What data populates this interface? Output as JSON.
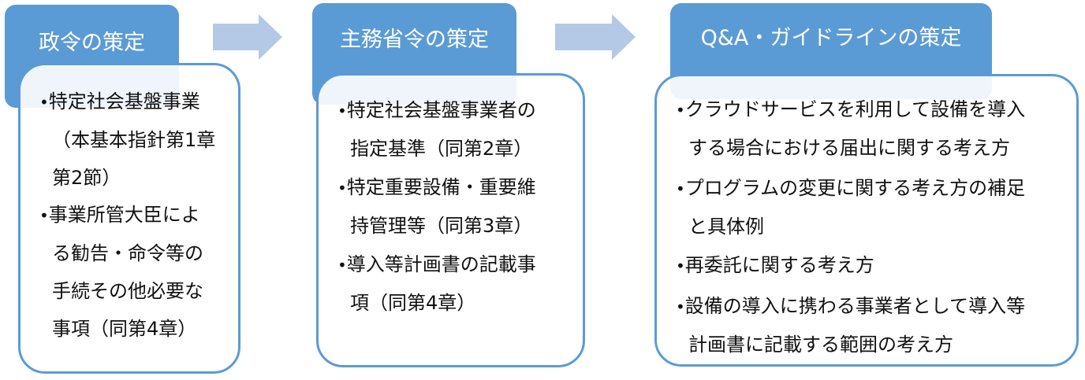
{
  "stages": [
    {
      "title": "政令の策定",
      "items": [
        "特定社会基盤事業\n（本基本指針第1章\n第2節）",
        "事業所管大臣によ\nる勧告・命令等の\n手続その他必要な\n事項（同第4章）"
      ]
    },
    {
      "title": "主務省令の策定",
      "items": [
        "特定社会基盤事業者の\n指定基準（同第2章）",
        "特定重要設備・重要維\n持管理等（同第3章）",
        "導入等計画書の記載事\n項（同第4章）"
      ]
    },
    {
      "title": "Q&A・ガイドラインの策定",
      "items": [
        "クラウドサービスを利用して設備を導入\nする場合における届出に関する考え方",
        "プログラムの変更に関する考え方の補足\nと具体例",
        "再委託に関する考え方",
        "設備の導入に携わる事業者として導入等\n計画書に記載する範囲の考え方"
      ]
    }
  ],
  "colors": {
    "header": "#5b9bd5",
    "arrow": "#b4c9e6"
  }
}
